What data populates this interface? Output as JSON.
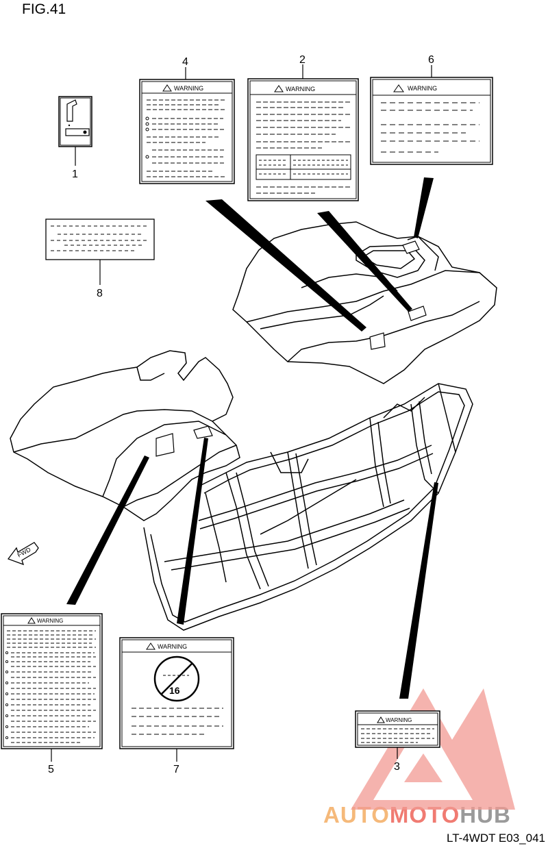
{
  "figure": {
    "title": "FIG.41",
    "code": "LT-4WDT E03_041"
  },
  "watermark": {
    "part1": "AUTO",
    "part2": "MOTO",
    "part3": "HUB",
    "colors": {
      "auto": "#f5b97a",
      "moto": "#f07b72",
      "hub": "#9a9a9a",
      "triangle": "#f07b72"
    }
  },
  "labels": [
    {
      "number": "1"
    },
    {
      "number": "2",
      "title": "WARNING"
    },
    {
      "number": "3",
      "title": "WARNING"
    },
    {
      "number": "4",
      "title": "WARNING"
    },
    {
      "number": "5",
      "title": "WARNING"
    },
    {
      "number": "6",
      "title": "WARNING"
    },
    {
      "number": "7",
      "title": "WARNING",
      "badge": "16"
    },
    {
      "number": "8"
    }
  ],
  "fwd": "FWD"
}
